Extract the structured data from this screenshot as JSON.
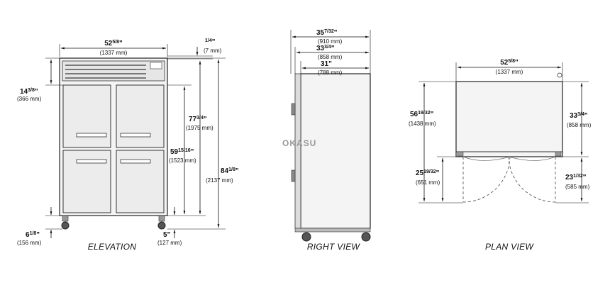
{
  "views": {
    "elevation": {
      "caption": "ELEVATION",
      "width": {
        "inch": "52",
        "frac": "5/8",
        "unit": "\"",
        "mm": "(1337 mm)"
      },
      "top": {
        "inch": "",
        "frac": "1/4",
        "unit": "\"",
        "mm": "(7 mm)"
      },
      "louver": {
        "inch": "14",
        "frac": "3/8",
        "unit": "\"",
        "mm": "(366 mm)"
      },
      "door_height": {
        "inch": "59",
        "frac": "15/16",
        "unit": "\"",
        "mm": "(1523 mm)"
      },
      "body_height": {
        "inch": "77",
        "frac": "3/4",
        "unit": "\"",
        "mm": "(1975 mm)"
      },
      "total_height": {
        "inch": "84",
        "frac": "1/8",
        "unit": "\"",
        "mm": "(2137 mm)"
      },
      "leg": {
        "inch": "6",
        "frac": "1/8",
        "unit": "\"",
        "mm": "(156 mm)"
      },
      "base": {
        "inch": "5",
        "frac": "",
        "unit": "\"",
        "mm": "(127 mm)"
      }
    },
    "right": {
      "caption": "RIGHT VIEW",
      "overall": {
        "inch": "35",
        "frac": "7/32",
        "unit": "\"",
        "mm": "(910 mm)"
      },
      "cabinet": {
        "inch": "33",
        "frac": "3/4",
        "unit": "\"",
        "mm": "(858 mm)"
      },
      "interior": {
        "inch": "31",
        "frac": "",
        "unit": "\"",
        "mm": "(788 mm)"
      },
      "watermark": "OKASU"
    },
    "plan": {
      "caption": "PLAN VIEW",
      "width": {
        "inch": "52",
        "frac": "5/8",
        "unit": "\"",
        "mm": "(1337 mm)"
      },
      "total_depth": {
        "inch": "56",
        "frac": "19/32",
        "unit": "\"",
        "mm": "(1438 mm)"
      },
      "door_swing": {
        "inch": "25",
        "frac": "19/32",
        "unit": "\"",
        "mm": "(651 mm)"
      },
      "cabinet_depth": {
        "inch": "33",
        "frac": "3/4",
        "unit": "\"",
        "mm": "(858 mm)"
      },
      "door_depth": {
        "inch": "23",
        "frac": "1/32",
        "unit": "\"",
        "mm": "(585 mm)"
      }
    }
  }
}
